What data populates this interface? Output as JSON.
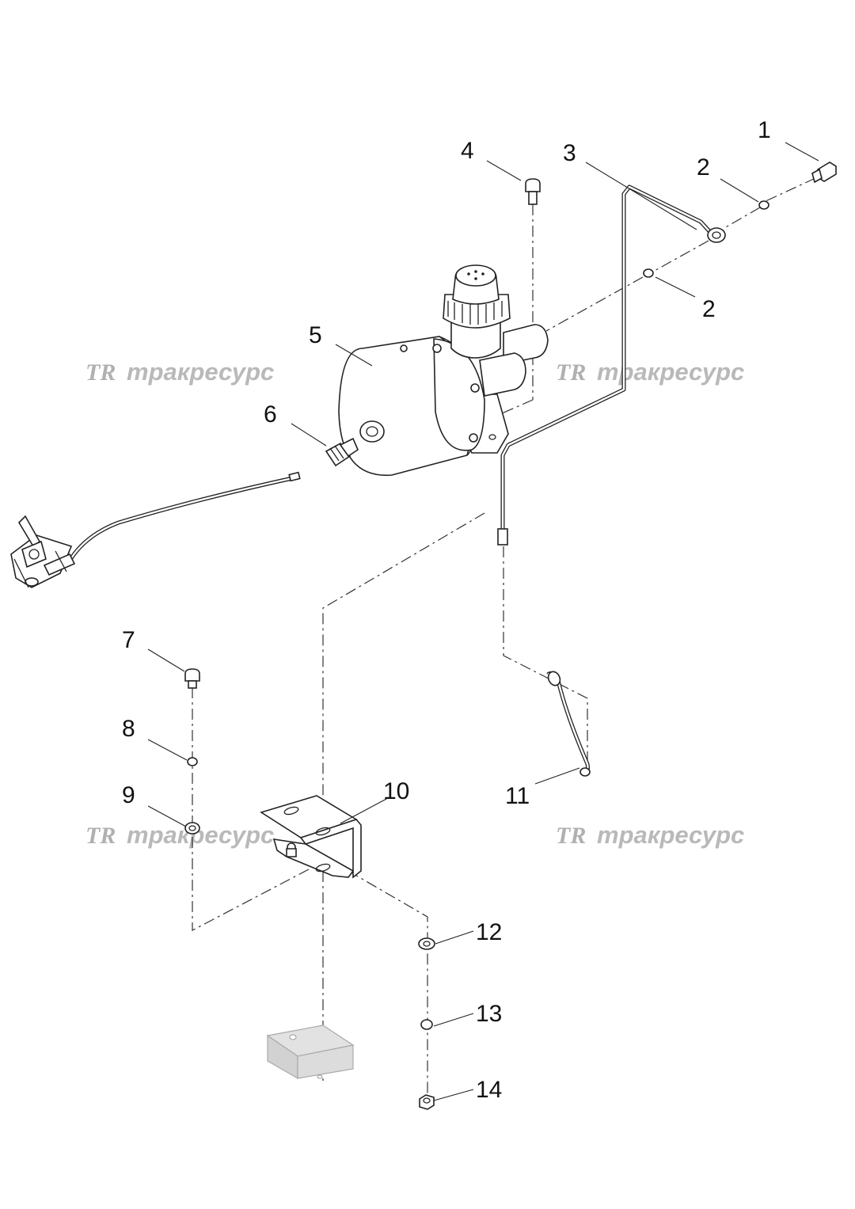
{
  "watermark": {
    "logo": "TR",
    "text": "тракресурс"
  },
  "callouts": [
    "1",
    "2",
    "3",
    "4",
    "2",
    "5",
    "6",
    "7",
    "8",
    "9",
    "10",
    "11",
    "12",
    "13",
    "14"
  ],
  "colors": {
    "line": "#222222",
    "watermark": "#b9b9b9",
    "background": "#ffffff"
  }
}
